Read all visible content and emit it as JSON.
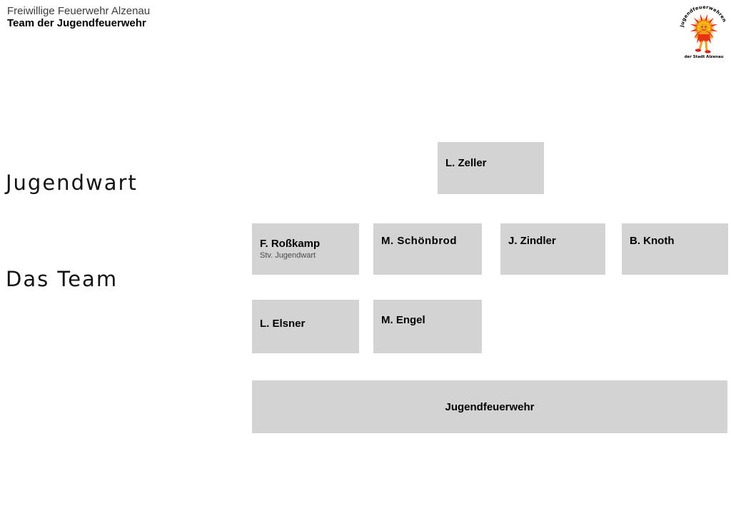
{
  "header": {
    "line1": "Freiwillige Feuerwehr Alzenau",
    "line2": "Team der Jugendfeuerwehr"
  },
  "logo": {
    "arc_text": "Jugendfeuerwehren",
    "bottom_text": "der Stadt Alzenau",
    "colors": {
      "red": "#e63312",
      "orange": "#f9a01b",
      "yellow": "#ffd500",
      "shoe_red": "#d8221a",
      "text": "#000000"
    }
  },
  "section_labels": {
    "jugendwart": "Jugendwart",
    "das_team": "Das Team"
  },
  "org": {
    "leader": {
      "name": "L. Zeller"
    },
    "team_row1": [
      {
        "name": "F. Roßkamp",
        "subtitle": "Stv. Jugendwart"
      },
      {
        "name": "M. Schönbrod"
      },
      {
        "name": "J. Zindler"
      },
      {
        "name": "B. Knoth"
      }
    ],
    "team_row2": [
      {
        "name": "L. Elsner"
      },
      {
        "name": "M. Engel"
      }
    ],
    "base": {
      "name": "Jugendfeuerwehr"
    }
  },
  "colors": {
    "box_fill": "#d3d3d3",
    "heading_text": "#141414",
    "subtitle_text": "#4a4a4a",
    "background": "#ffffff"
  }
}
